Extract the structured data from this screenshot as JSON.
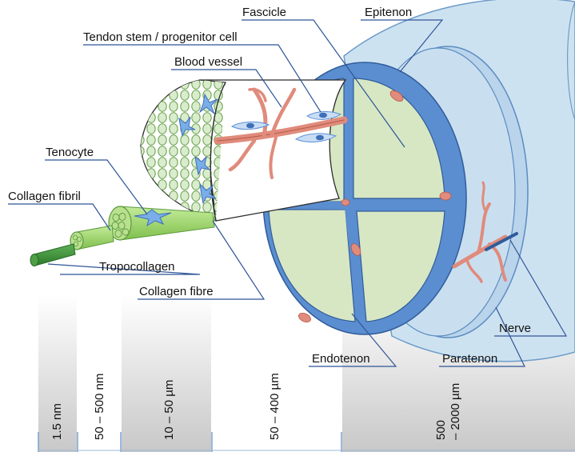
{
  "labels": {
    "fascicle": "Fascicle",
    "epitenon": "Epitenon",
    "stem_cell": "Tendon stem / progenitor cell",
    "blood_vessel": "Blood vessel",
    "tenocyte": "Tenocyte",
    "collagen_fibril": "Collagen fibril",
    "tropocollagen": "Tropocollagen",
    "collagen_fibre": "Collagen fibre",
    "endotenon": "Endotenon",
    "paratenon": "Paratenon",
    "nerve": "Nerve"
  },
  "scale": [
    {
      "value": "1.5 nm"
    },
    {
      "value": "50 – 500 nm"
    },
    {
      "value": "10 – 50 µm"
    },
    {
      "value": "50 – 400 µm"
    },
    {
      "value": "500\n– 2000 µm",
      "line1": "500",
      "line2": "– 2000 µm"
    }
  ],
  "colors": {
    "leader": "#2f5597",
    "epitenon_fill": "#c9dff0",
    "sheath_blue": "#5b8ed0",
    "fascicle_green": "#d7e7c4",
    "fibre_green": "#9bd16a",
    "tropocollagen_green": "#3f8f3a",
    "vessel_red": "#e08b7c",
    "cell_blue": "#5a8fd6"
  }
}
